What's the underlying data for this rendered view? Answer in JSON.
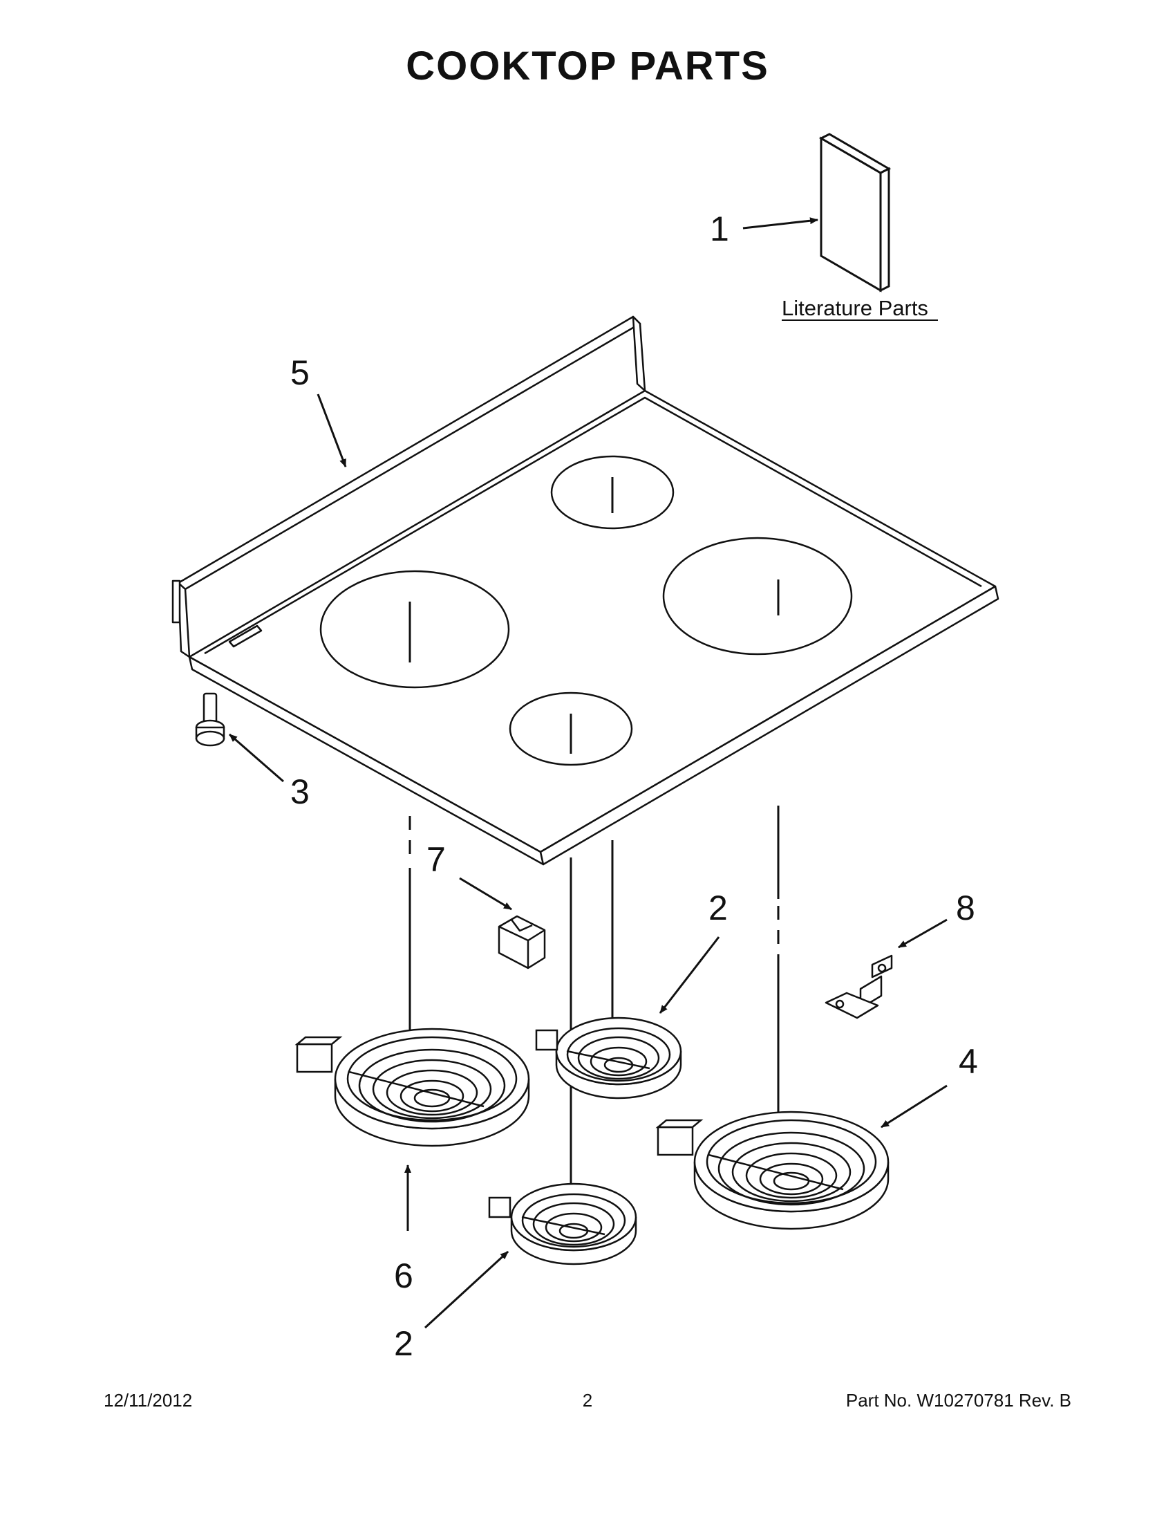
{
  "title": "COOKTOP PARTS",
  "literature_label": "Literature Parts",
  "callouts": {
    "c1": "1",
    "c2a": "2",
    "c2b": "2",
    "c3": "3",
    "c4": "4",
    "c5": "5",
    "c6": "6",
    "c7": "7",
    "c8": "8"
  },
  "footer": {
    "date": "12/11/2012",
    "page": "2",
    "part_no": "Part No.  W10270781  Rev.  B"
  }
}
